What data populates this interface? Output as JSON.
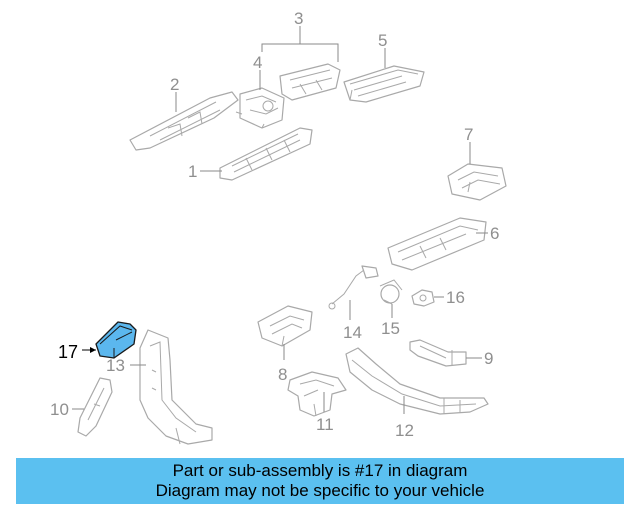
{
  "callouts": {
    "c1": "1",
    "c2": "2",
    "c3": "3",
    "c4": "4",
    "c5": "5",
    "c6": "6",
    "c7": "7",
    "c8": "8",
    "c9": "9",
    "c10": "10",
    "c11": "11",
    "c12": "12",
    "c13": "13",
    "c14": "14",
    "c15": "15",
    "c16": "16",
    "c17": "17"
  },
  "highlight": {
    "part": "17",
    "color": "#5bb7ee"
  },
  "banner": {
    "line1": "Part or sub-assembly is #17 in diagram",
    "line2": "Diagram may not be specific to your vehicle",
    "color": "#5bc0f0"
  }
}
